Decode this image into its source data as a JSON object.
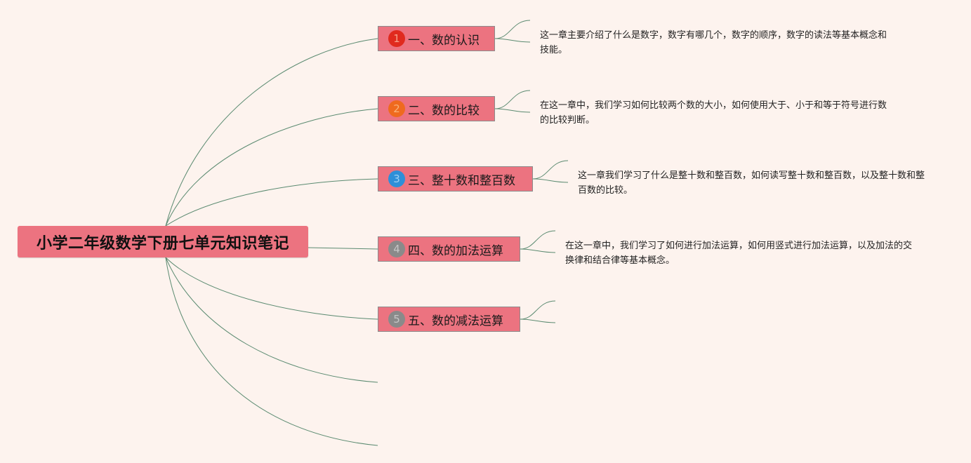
{
  "root": {
    "title": "小学二年级数学下册七单元知识笔记"
  },
  "topics": [
    {
      "number": "1",
      "label": "一、数的认识",
      "badge_color": "#e02a1e",
      "badge_text_color": "#f6a08a",
      "desc": "这一章主要介绍了什么是数字，数字有哪几个，数字的顺序，数字的读法等基本概念和技能。"
    },
    {
      "number": "2",
      "label": "二、数的比较",
      "badge_color": "#ef6a1e",
      "badge_text_color": "#f9b27a",
      "desc": "在这一章中，我们学习如何比较两个数的大小，如何使用大于、小于和等于符号进行数的比较判断。"
    },
    {
      "number": "3",
      "label": "三、整十数和整百数",
      "badge_color": "#2e8fd8",
      "badge_text_color": "#9fd0f3",
      "desc": "这一章我们学习了什么是整十数和整百数，如何读写整十数和整百数，以及整十数和整百数的比较。"
    },
    {
      "number": "4",
      "label": "四、数的加法运算",
      "badge_color": "#8a8a8a",
      "badge_text_color": "#c6c6c6",
      "desc": "在这一章中，我们学习了如何进行加法运算，如何用竖式进行加法运算，以及加法的交换律和结合律等基本概念。"
    },
    {
      "number": "5",
      "label": "五、数的减法运算",
      "badge_color": "#8a8a8a",
      "badge_text_color": "#c6c6c6",
      "desc": ""
    }
  ],
  "colors": {
    "link": "#5a8a70",
    "node_fill": "#ec7380",
    "background": "#fdf3ee"
  }
}
